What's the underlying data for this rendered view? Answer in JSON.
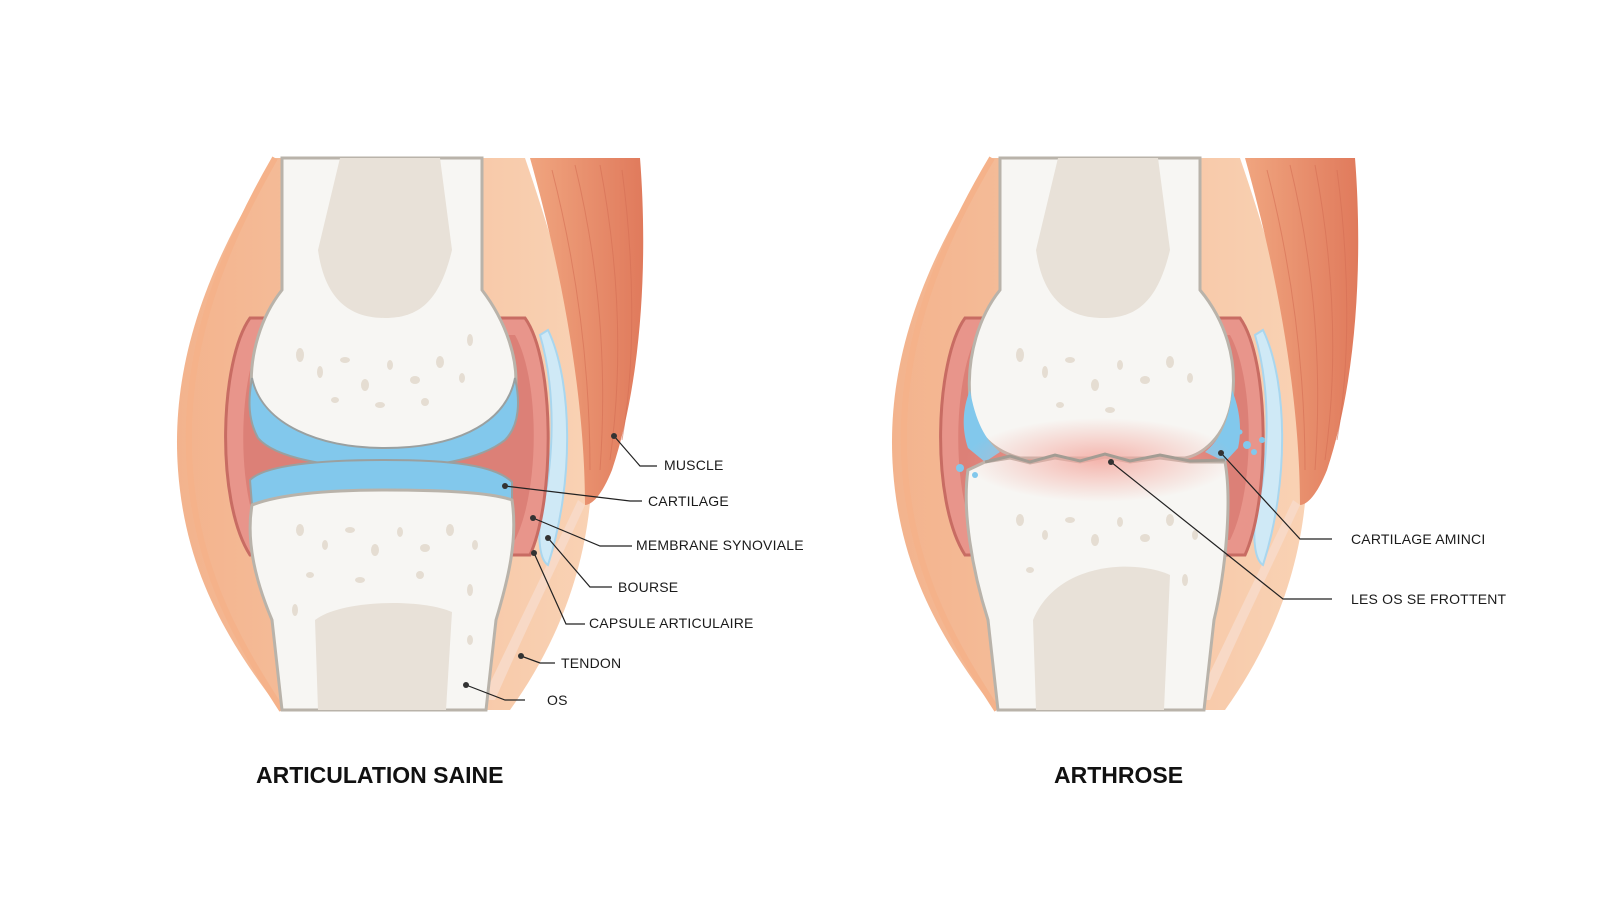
{
  "colors": {
    "bone": "#f7f6f3",
    "marrow": "#e8e1d8",
    "cartilage": "#82c8ec",
    "synovial": "#e1847b",
    "skin": "#f6c2a0",
    "muscle": "#e8896a",
    "bursa": "#cfe9f6",
    "leader": "#222222"
  },
  "healthy": {
    "title": "ARTICULATION SAINE",
    "labels": {
      "muscle": "MUSCLE",
      "cartilage": "CARTILAGE",
      "membrane": "MEMBRANE SYNOVIALE",
      "bourse": "BOURSE",
      "capsule": "CAPSULE ARTICULAIRE",
      "tendon": "TENDON",
      "os": "OS"
    }
  },
  "arthrosis": {
    "title": "ARTHROSE",
    "labels": {
      "cartilage_aminci": "CARTILAGE AMINCI",
      "os_frottent": "LES OS SE FROTTENT"
    }
  }
}
